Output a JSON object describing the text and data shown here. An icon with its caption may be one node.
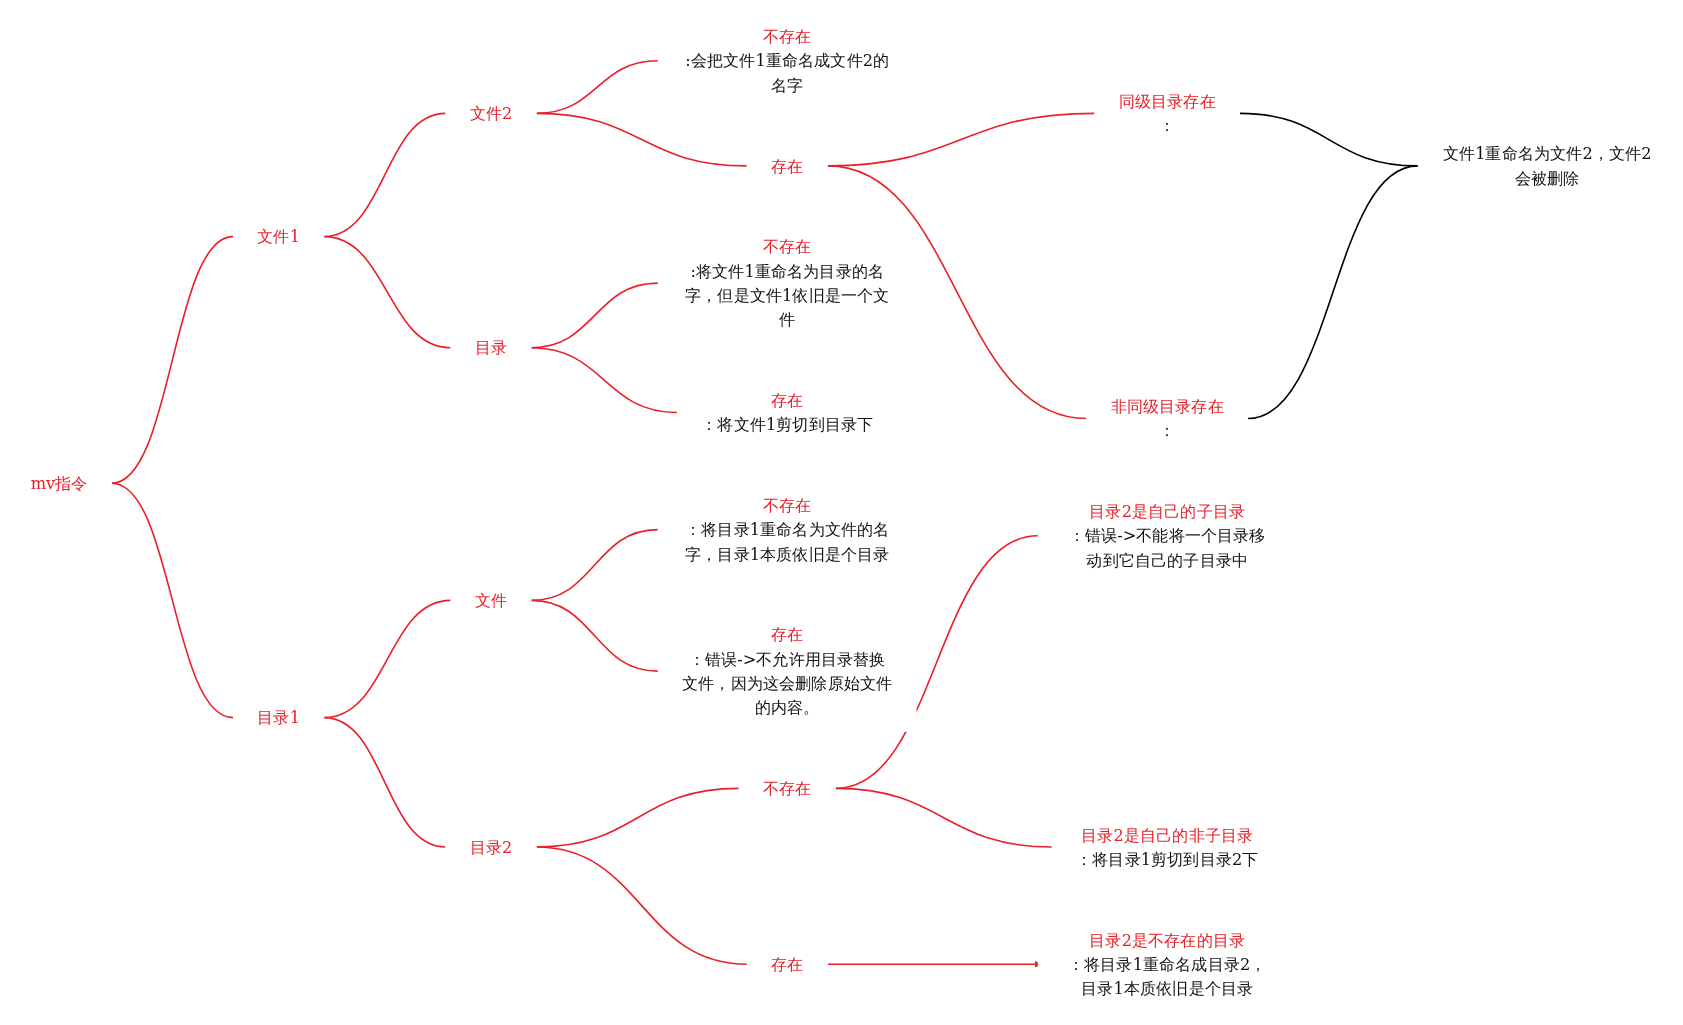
{
  "diagram": {
    "nodes": [
      {
        "text": [
          "mv指令"
        ]
      },
      {
        "text": [
          "文件1"
        ]
      },
      {
        "text": [
          "文件2"
        ]
      },
      {
        "text": [
          "不存在",
          ":会把文件1重命名成文件2的名字"
        ]
      },
      {
        "text": [
          "存在"
        ]
      },
      {
        "text": [
          "同级目录存在",
          "："
        ]
      },
      {
        "text": [
          "非同级目录存在",
          "："
        ]
      },
      {
        "text": [
          "文件1重命名为文件2，文件2会被删除"
        ]
      },
      {
        "text": [
          "目录"
        ]
      },
      {
        "text": [
          "不存在",
          ":将文件1重命名为目录的名字，但是文件1依旧是一个文件"
        ]
      },
      {
        "text": [
          "存在",
          "：将文件1剪切到目录下"
        ]
      },
      {
        "text": [
          "目录1"
        ]
      },
      {
        "text": [
          "文件"
        ]
      },
      {
        "text": [
          "不存在",
          "：将目录1重命名为文件的名字，目录1本质依旧是个目录"
        ]
      },
      {
        "text": [
          "存在",
          "：错误->不允许用目录替换文件，因为这会删除原始文件的内容。"
        ]
      },
      {
        "text": [
          "目录2"
        ]
      },
      {
        "text": [
          "不存在"
        ]
      },
      {
        "text": [
          "目录2是自己的子目录",
          "：错误->不能将一个目录移动到它自己的子目录中"
        ]
      },
      {
        "text": [
          "目录2是自己的非子目录",
          "：将目录1剪切到目录2下"
        ]
      },
      {
        "text": [
          "存在"
        ]
      },
      {
        "text": [
          "目录2是不存在的目录",
          "：将目录1重命名成目录2，目录1本质依旧是个目录"
        ]
      }
    ],
    "edges": [
      {
        "from": 0,
        "to": 1,
        "arrow": "none"
      },
      {
        "from": 1,
        "to": 2,
        "arrow": "none"
      },
      {
        "from": 2,
        "to": 3,
        "arrow": "none"
      },
      {
        "from": 2,
        "to": 4,
        "arrow": "none"
      },
      {
        "from": 4,
        "to": 5,
        "arrow": "none"
      },
      {
        "from": 4,
        "to": 6,
        "arrow": "none"
      },
      {
        "from": 5,
        "to": 7,
        "arrow": "none",
        "color": "#000000"
      },
      {
        "from": 6,
        "to": 7,
        "arrow": "none",
        "color": "#000000"
      },
      {
        "from": 1,
        "to": 8,
        "arrow": "none"
      },
      {
        "from": 8,
        "to": 9,
        "arrow": "none"
      },
      {
        "from": 8,
        "to": 10,
        "arrow": "none"
      },
      {
        "from": 0,
        "to": 11,
        "arrow": "none"
      },
      {
        "from": 11,
        "to": 12,
        "arrow": "none"
      },
      {
        "from": 12,
        "to": 13,
        "arrow": "none"
      },
      {
        "from": 12,
        "to": 14,
        "arrow": "none"
      },
      {
        "from": 11,
        "to": 15,
        "arrow": "none"
      },
      {
        "from": 15,
        "to": 16,
        "arrow": "none"
      },
      {
        "from": 16,
        "to": 17,
        "arrow": "none"
      },
      {
        "from": 16,
        "to": 18,
        "arrow": "none"
      },
      {
        "from": 15,
        "to": 19,
        "arrow": "none"
      },
      {
        "from": 19,
        "to": 20,
        "arrow": "to"
      }
    ]
  }
}
